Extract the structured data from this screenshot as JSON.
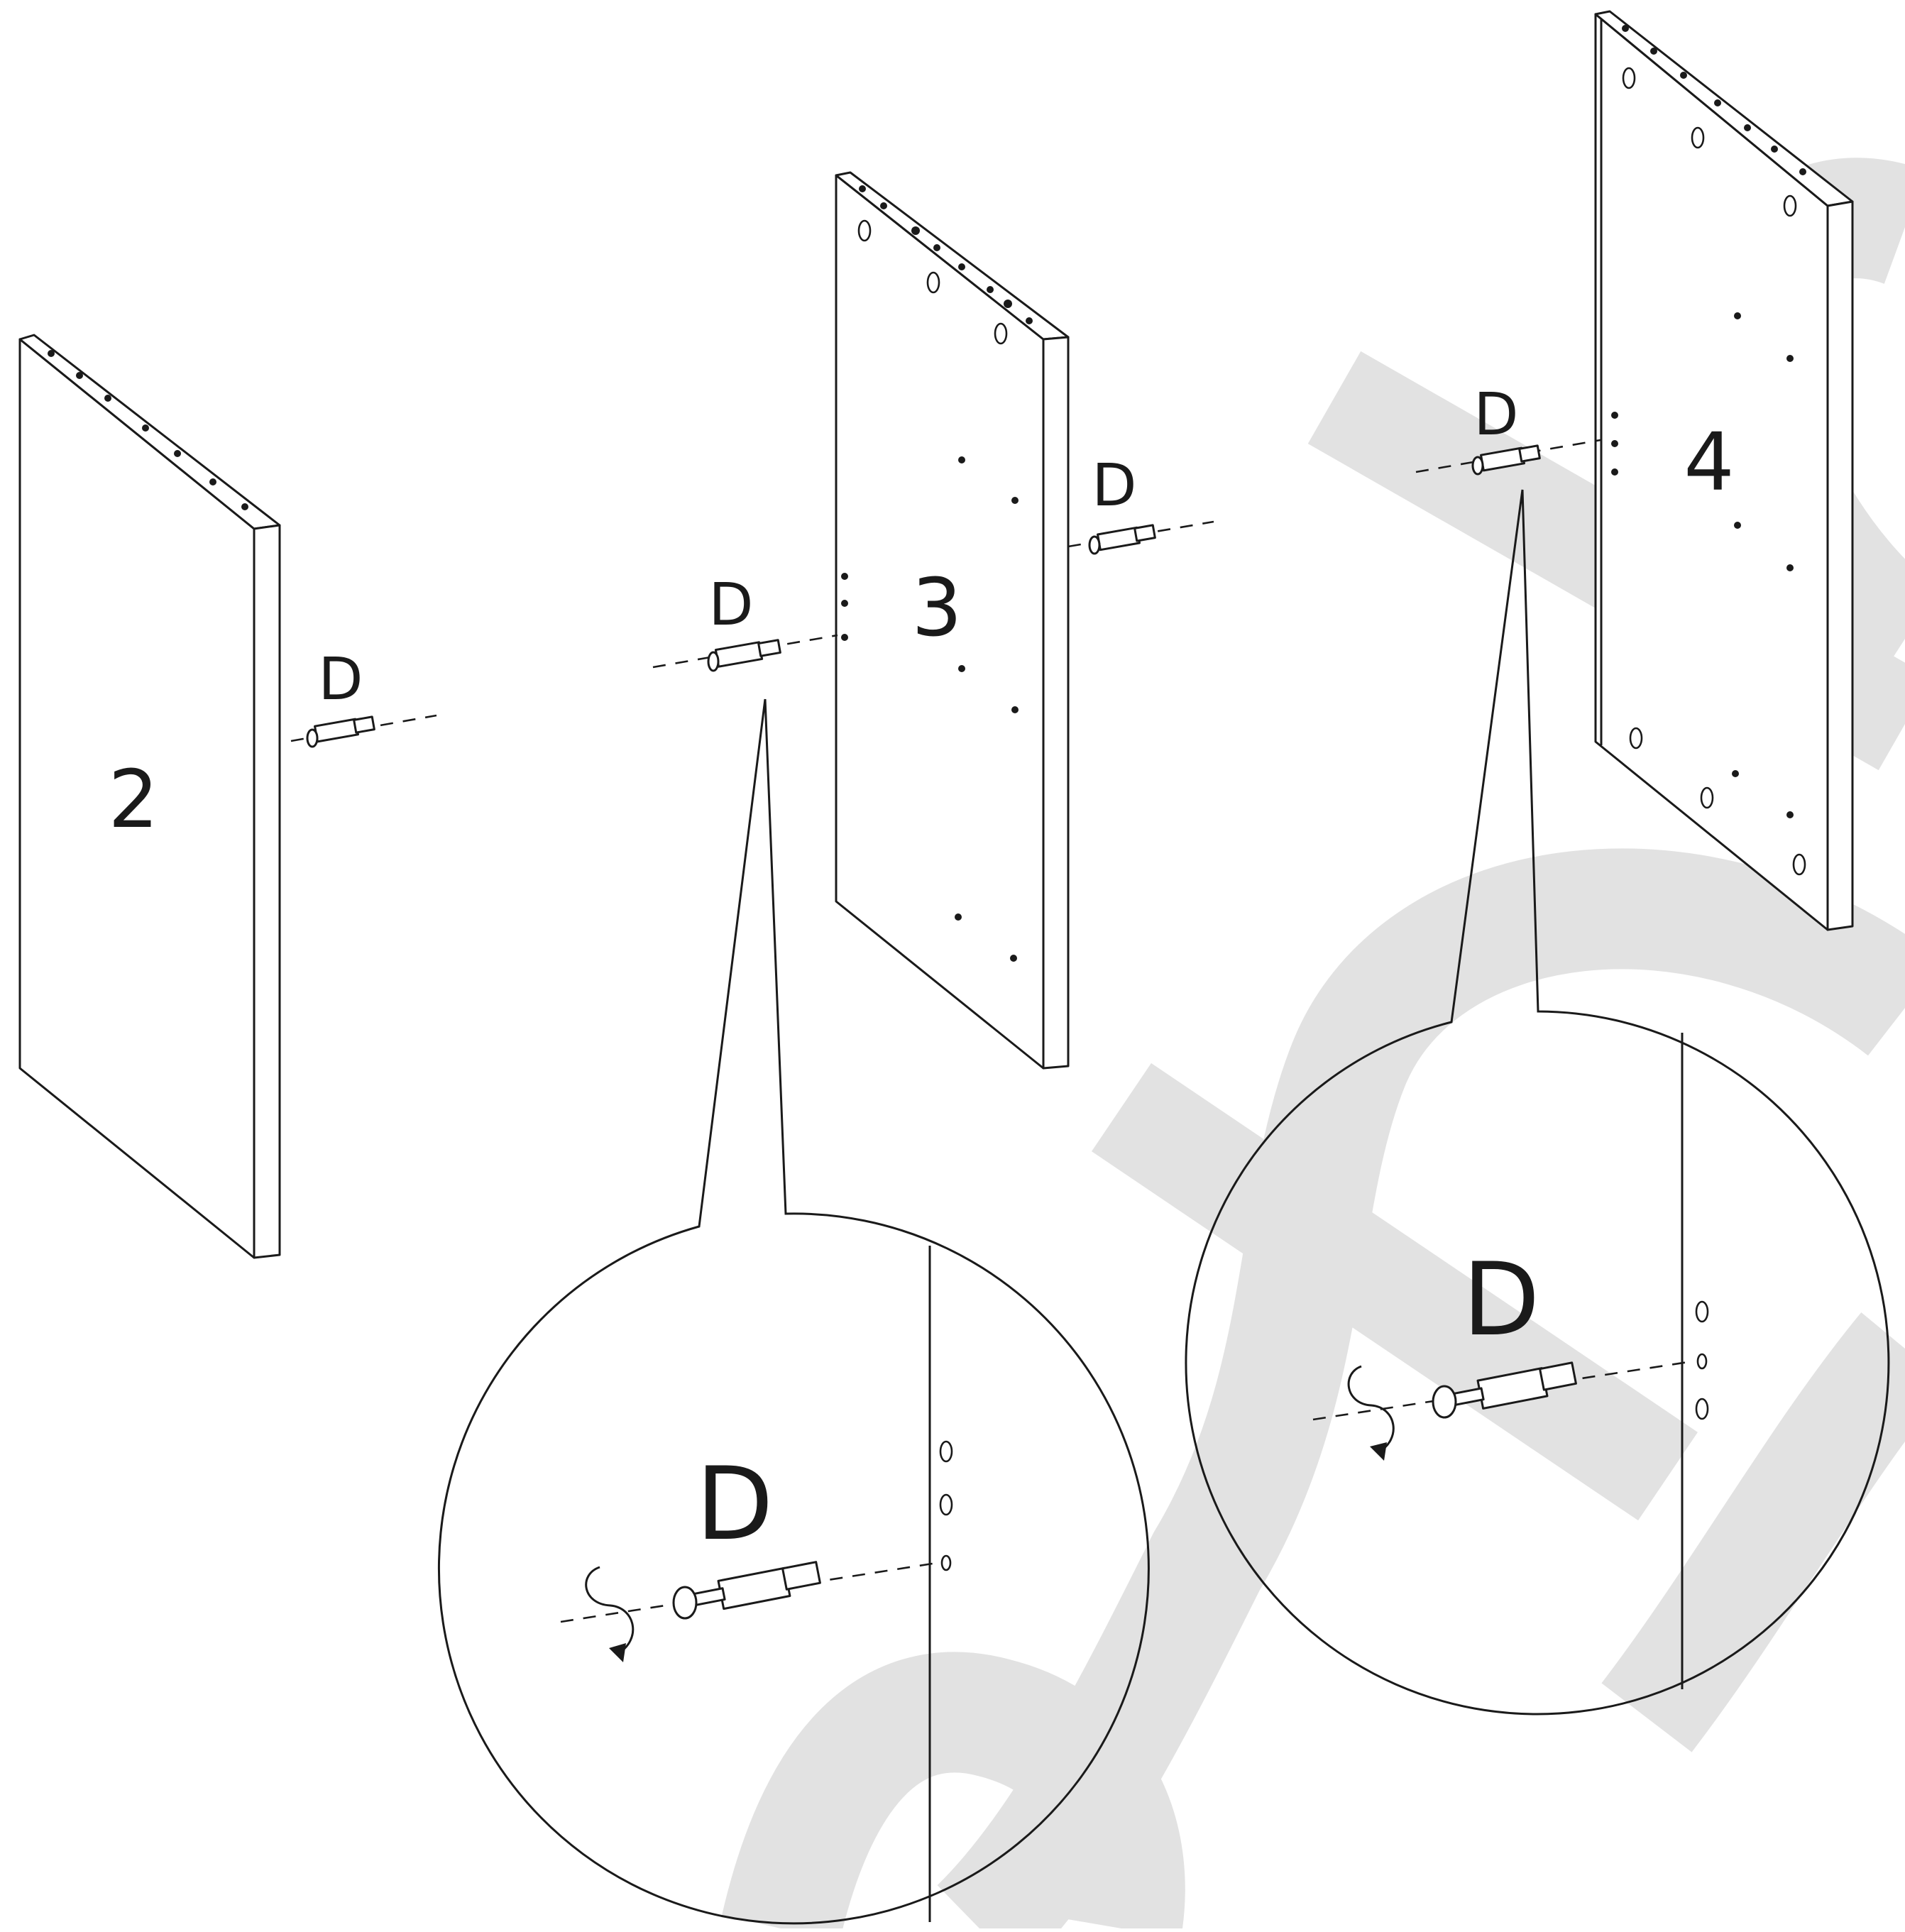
{
  "panels": {
    "p2": {
      "number": "2"
    },
    "p3": {
      "number": "3"
    },
    "p4": {
      "number": "4"
    }
  },
  "fittings": {
    "label_between_2_3": "D",
    "label_panel3_left": "D",
    "label_panel3_right": "D",
    "label_panel4_left": "D"
  },
  "details": {
    "detail_panel3": {
      "label": "D"
    },
    "detail_panel4": {
      "label": "D"
    }
  },
  "colors": {
    "line": "#1a1a1a",
    "watermark": "#e2e2e2",
    "background": "#ffffff"
  }
}
